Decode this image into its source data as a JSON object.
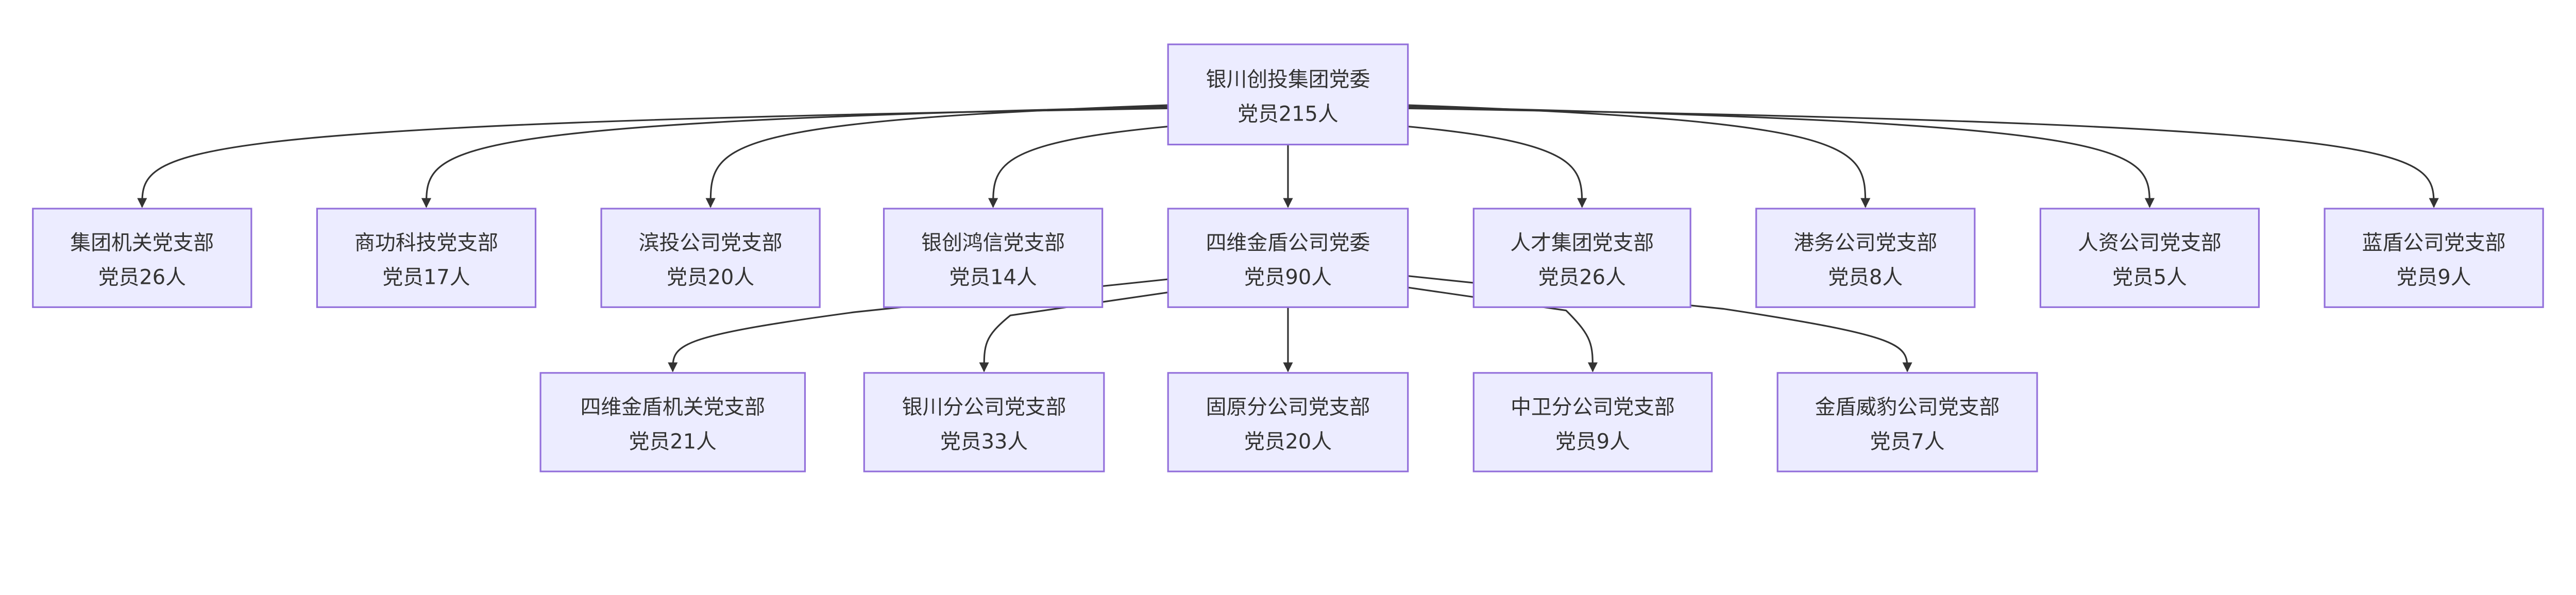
{
  "root": {
    "title": "银川创投集团党委",
    "members": "党员215人"
  },
  "branches": [
    {
      "title": "集团机关党支部",
      "members": "党员26人"
    },
    {
      "title": "商功科技党支部",
      "members": "党员17人"
    },
    {
      "title": "滨投公司党支部",
      "members": "党员20人"
    },
    {
      "title": "银创鸿信党支部",
      "members": "党员14人"
    },
    {
      "title": "四维金盾公司党委",
      "members": "党员90人"
    },
    {
      "title": "人才集团党支部",
      "members": "党员26人"
    },
    {
      "title": "港务公司党支部",
      "members": "党员8人"
    },
    {
      "title": "人资公司党支部",
      "members": "党员5人"
    },
    {
      "title": "蓝盾公司党支部",
      "members": "党员9人"
    }
  ],
  "sub_branches": [
    {
      "title": "四维金盾机关党支部",
      "members": "党员21人"
    },
    {
      "title": "银川分公司党支部",
      "members": "党员33人"
    },
    {
      "title": "固原分公司党支部",
      "members": "党员20人"
    },
    {
      "title": "中卫分公司党支部",
      "members": "党员9人"
    },
    {
      "title": "金盾威豹公司党支部",
      "members": "党员7人"
    }
  ],
  "colors": {
    "node_fill": "#ECECFF",
    "node_border": "#9370DB",
    "edge": "#333333"
  }
}
